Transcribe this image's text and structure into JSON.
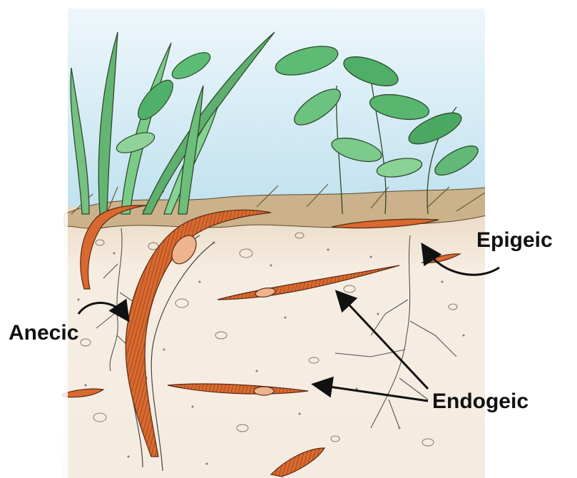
{
  "labels": {
    "epigeic": "Epigeic",
    "anecic": "Anecic",
    "endogeic": "Endogeic"
  },
  "colors": {
    "sky": "#c9e6f2",
    "soil": "#f3e9dc",
    "litter": "#cdb48d",
    "worm": "#d9692e",
    "worm_stripe": "#8a3a16",
    "clitellum": "#eeb48f",
    "leaf": "#6fc27a",
    "leaf_dark": "#3f8f52",
    "outline": "#222222"
  },
  "icons": {
    "arrow": "curved-arrow-icon",
    "pointer": "straight-arrow-icon"
  }
}
